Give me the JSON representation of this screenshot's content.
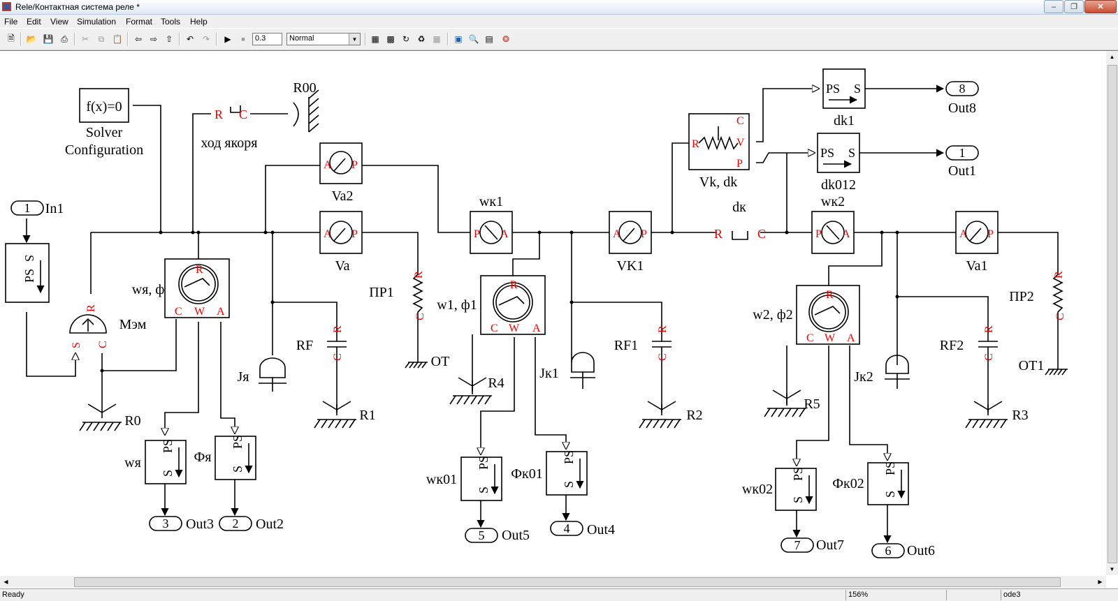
{
  "window": {
    "title": "Rele/Контактная система реле *"
  },
  "menu": [
    "File",
    "Edit",
    "View",
    "Simulation",
    "Format",
    "Tools",
    "Help"
  ],
  "toolbar": {
    "stop_time": "0.3",
    "mode": "Normal"
  },
  "blocks": {
    "solver_fx": "f(x)=0",
    "solver_l1": "Solver",
    "solver_l2": "Configuration",
    "r00": "R00",
    "hod": "ход якоря",
    "va2": "Va2",
    "va": "Va",
    "pr1": "ПР1",
    "ot": "OT",
    "wk1": "wк1",
    "vk1": "VK1",
    "dk": "dк",
    "wk2": "wк2",
    "va1": "Va1",
    "pr2": "ПР2",
    "ot1": "OT1",
    "vk_dk": "Vk, dk",
    "dk1": "dk1",
    "dk012": "dk012",
    "mem": "Мэм",
    "wya_phi": "wя, ф",
    "w1_phi1": "w1, ф1",
    "w2_phi2": "w2, ф2",
    "jya": "Jя",
    "jk1": "Jк1",
    "jk2": "Jк2",
    "rf": "RF",
    "rf1": "RF1",
    "rf2": "RF2",
    "r0": "R0",
    "r1": "R1",
    "r2": "R2",
    "r3": "R3",
    "r4": "R4",
    "r5": "R5",
    "wya": "wя",
    "fya": "Фя",
    "wk01": "wк01",
    "fk01": "Фк01",
    "wk02": "wк02",
    "fk02": "Фк02"
  },
  "ports": {
    "in1": {
      "num": "1",
      "name": "In1"
    },
    "out1": {
      "num": "1",
      "name": "Out1"
    },
    "out2": {
      "num": "2",
      "name": "Out2"
    },
    "out3": {
      "num": "3",
      "name": "Out3"
    },
    "out4": {
      "num": "4",
      "name": "Out4"
    },
    "out5": {
      "num": "5",
      "name": "Out5"
    },
    "out6": {
      "num": "6",
      "name": "Out6"
    },
    "out7": {
      "num": "7",
      "name": "Out7"
    },
    "out8": {
      "num": "8",
      "name": "Out8"
    }
  },
  "status": {
    "left": "Ready",
    "zoom": "156%",
    "solver": "ode3"
  },
  "colors": {
    "port_label": "#ff0000",
    "wire": "#000000"
  }
}
